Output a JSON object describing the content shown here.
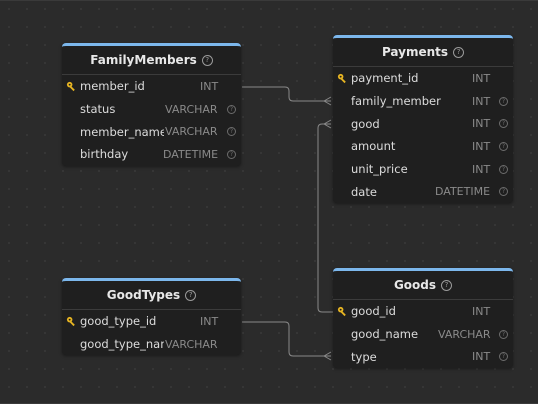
{
  "tables": {
    "family_members": {
      "title": "FamilyMembers",
      "columns": [
        {
          "name": "member_id",
          "type": "INT",
          "pk": true
        },
        {
          "name": "status",
          "type": "VARCHAR",
          "note": true
        },
        {
          "name": "member_name",
          "type": "VARCHAR",
          "note": true
        },
        {
          "name": "birthday",
          "type": "DATETIME",
          "note": true
        }
      ]
    },
    "payments": {
      "title": "Payments",
      "columns": [
        {
          "name": "payment_id",
          "type": "INT",
          "pk": true
        },
        {
          "name": "family_member",
          "type": "INT",
          "note": true
        },
        {
          "name": "good",
          "type": "INT",
          "note": true
        },
        {
          "name": "amount",
          "type": "INT",
          "note": true
        },
        {
          "name": "unit_price",
          "type": "INT",
          "note": true
        },
        {
          "name": "date",
          "type": "DATETIME",
          "note": true
        }
      ]
    },
    "good_types": {
      "title": "GoodTypes",
      "columns": [
        {
          "name": "good_type_id",
          "type": "INT",
          "pk": true
        },
        {
          "name": "good_type_name",
          "type": "VARCHAR"
        }
      ]
    },
    "goods": {
      "title": "Goods",
      "columns": [
        {
          "name": "good_id",
          "type": "INT",
          "pk": true
        },
        {
          "name": "good_name",
          "type": "VARCHAR",
          "note": true
        },
        {
          "name": "type",
          "type": "INT",
          "note": true
        }
      ]
    }
  },
  "relations": [
    {
      "from": "FamilyMembers.member_id",
      "to": "Payments.family_member"
    },
    {
      "from": "Goods.good_id",
      "to": "Payments.good"
    },
    {
      "from": "GoodTypes.good_type_id",
      "to": "Goods.type"
    }
  ],
  "colors": {
    "accent": "#7cb7ec",
    "key": "#e6b422",
    "background": "#2b2b2b",
    "table": "#1f1f1f"
  }
}
